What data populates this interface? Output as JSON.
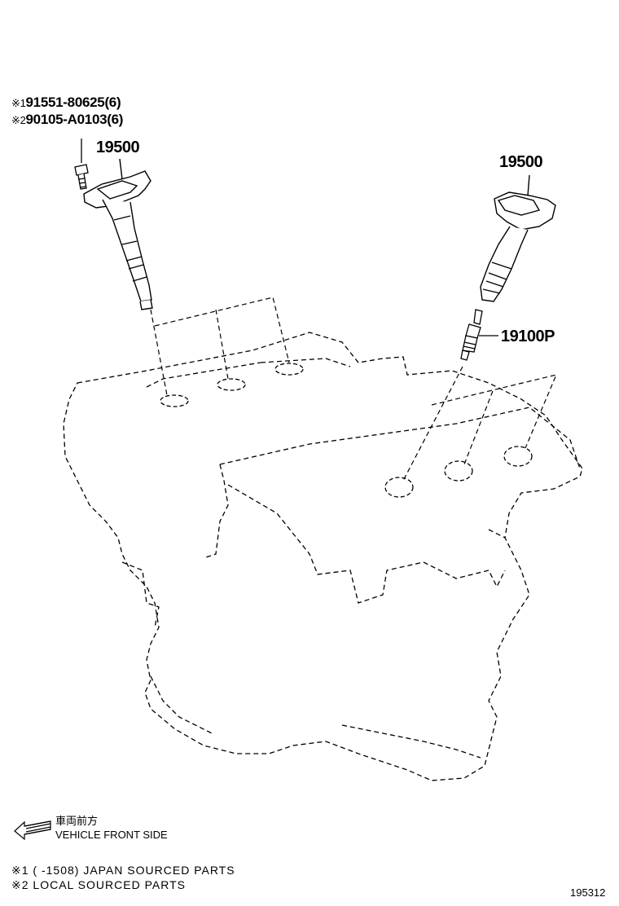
{
  "references": [
    {
      "mark": "※1",
      "part": "91551-80625(6)"
    },
    {
      "mark": "※2",
      "part": "90105-A0103(6)"
    }
  ],
  "callouts": {
    "coil_left": "19500",
    "coil_right": "19500",
    "spark_plug": "19100P"
  },
  "direction": {
    "label_jp": "車両前方",
    "label_en": "VEHICLE FRONT SIDE",
    "icon": "arrow-left-icon"
  },
  "footnotes": [
    "※1 (     -1508) JAPAN SOURCED PARTS",
    "※2 LOCAL SOURCED PARTS"
  ],
  "figure_id": "195312"
}
